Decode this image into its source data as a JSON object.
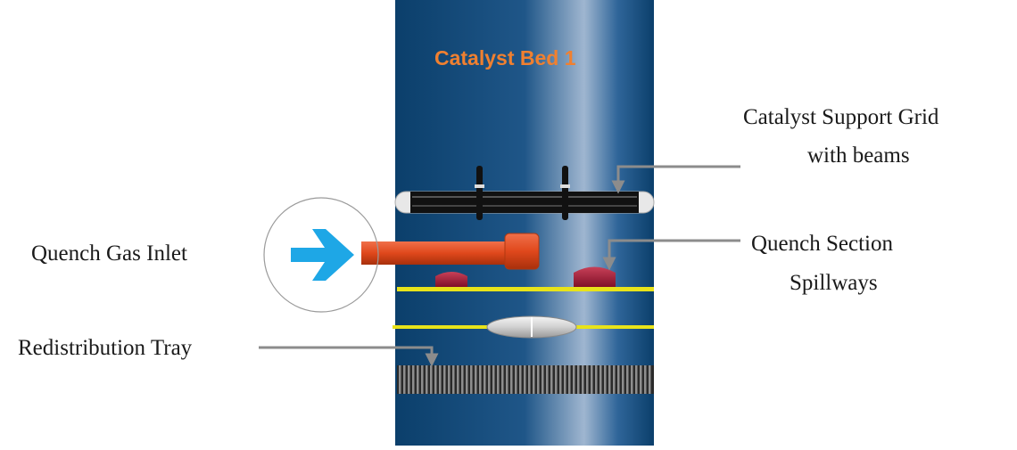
{
  "diagram": {
    "title": "Catalyst Bed 1",
    "labels": {
      "support_grid_line1": "Catalyst Support Grid",
      "support_grid_line2": "with beams",
      "spillways_line1": "Quench Section",
      "spillways_line2": "Spillways",
      "quench_inlet": "Quench Gas Inlet",
      "redistribution_tray": "Redistribution Tray"
    },
    "colors": {
      "column_dark": "#0b3f6b",
      "column_light": "#9fb6d0",
      "title": "#f08030",
      "inlet_arrow": "#1ea7e6",
      "inlet_pipe": "#e0481c",
      "tray_line": "#e8e31a",
      "spillway_cap": "#a0203a",
      "pointer": "#8c8c8c",
      "support_beam": "#111111"
    }
  }
}
